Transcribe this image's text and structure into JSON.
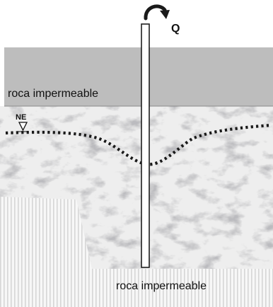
{
  "labels": {
    "upper_layer": "roca impermeable",
    "lower_layer": "roca impermeable",
    "water_level": "NE",
    "flow": "Q"
  },
  "colors": {
    "impermeable_top": "#bdbdbd",
    "aquifer_base": "#e9e9e9",
    "water_table": "#1a1a1a",
    "pipe": "#ffffff",
    "stripes": "#d6d6d6"
  },
  "icons": {
    "pump_arrow": "curved-arrow-icon",
    "water_level_marker": "triangle-down-icon"
  }
}
